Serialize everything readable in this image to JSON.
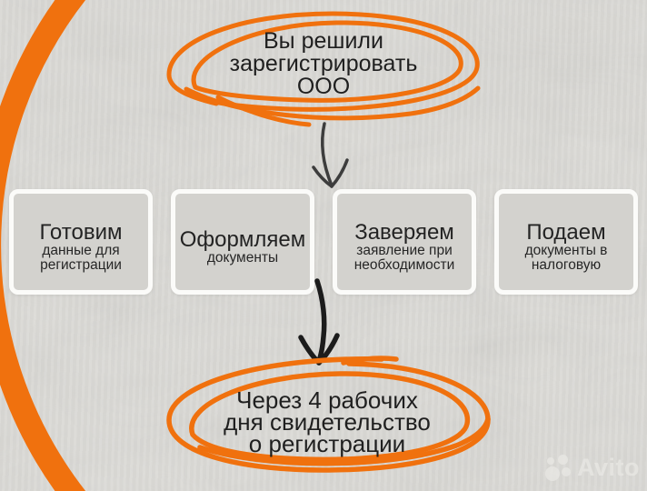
{
  "colors": {
    "accent": "#F0710E",
    "ink": "#1F1F1F",
    "background": "#DCDBD7",
    "box_fill": "#D3D2CE",
    "box_border": "#FBFBF9",
    "watermark": "#E9E8E4"
  },
  "start_bubble": {
    "lines": [
      "Вы решили",
      "зарегистрировать",
      "ООО"
    ]
  },
  "steps": [
    {
      "title": "Готовим",
      "subtitle_lines": [
        "данные для",
        "регистрации"
      ]
    },
    {
      "title": "Оформляем",
      "subtitle_lines": [
        "документы"
      ]
    },
    {
      "title": "Заверяем",
      "subtitle_lines": [
        "заявление при",
        "необходимости"
      ]
    },
    {
      "title": "Подаем",
      "subtitle_lines": [
        "документы в",
        "налоговую"
      ]
    }
  ],
  "end_bubble": {
    "lines": [
      "Через 4 рабочих",
      "дня свидетельство",
      "о регистрации"
    ]
  },
  "watermark": {
    "label": "Avito"
  },
  "icons": {
    "left_arc": "orange-arc-decoration",
    "start_circle": "hand-drawn-ellipse-highlight",
    "end_circle": "hand-drawn-ellipse-highlight",
    "arrow_top": "hand-drawn-down-arrow",
    "arrow_bottom": "hand-drawn-down-arrow"
  }
}
